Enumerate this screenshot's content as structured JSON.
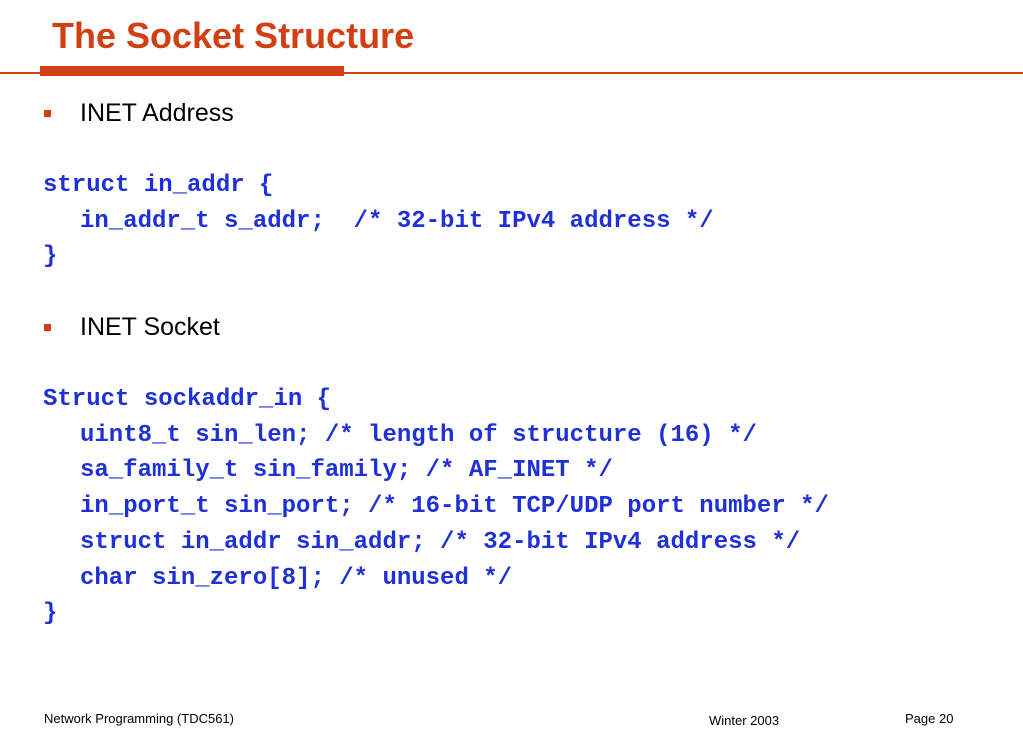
{
  "slide": {
    "title": "The Socket Structure",
    "colors": {
      "title": "#d23f13",
      "rule": "#d23f13",
      "bullet": "#d23f13",
      "code": "#1f30d6"
    },
    "bullets": [
      {
        "label": "INET Address"
      },
      {
        "label": "INET Socket"
      }
    ],
    "code_blocks": [
      {
        "open": "struct in_addr {",
        "lines": [
          "in_addr_t s_addr;  /* 32-bit IPv4 address */"
        ],
        "close": "}"
      },
      {
        "open": "Struct sockaddr_in {",
        "lines": [
          "uint8_t sin_len; /* length of structure (16) */",
          "sa_family_t sin_family; /* AF_INET */",
          "in_port_t sin_port; /* 16-bit TCP/UDP port number */",
          "struct in_addr sin_addr; /* 32-bit IPv4 address */",
          "char sin_zero[8]; /* unused */"
        ],
        "close": "}"
      }
    ]
  },
  "footer": {
    "course": "Network Programming (TDC561)",
    "term": "Winter 2003",
    "page": "Page 20"
  }
}
